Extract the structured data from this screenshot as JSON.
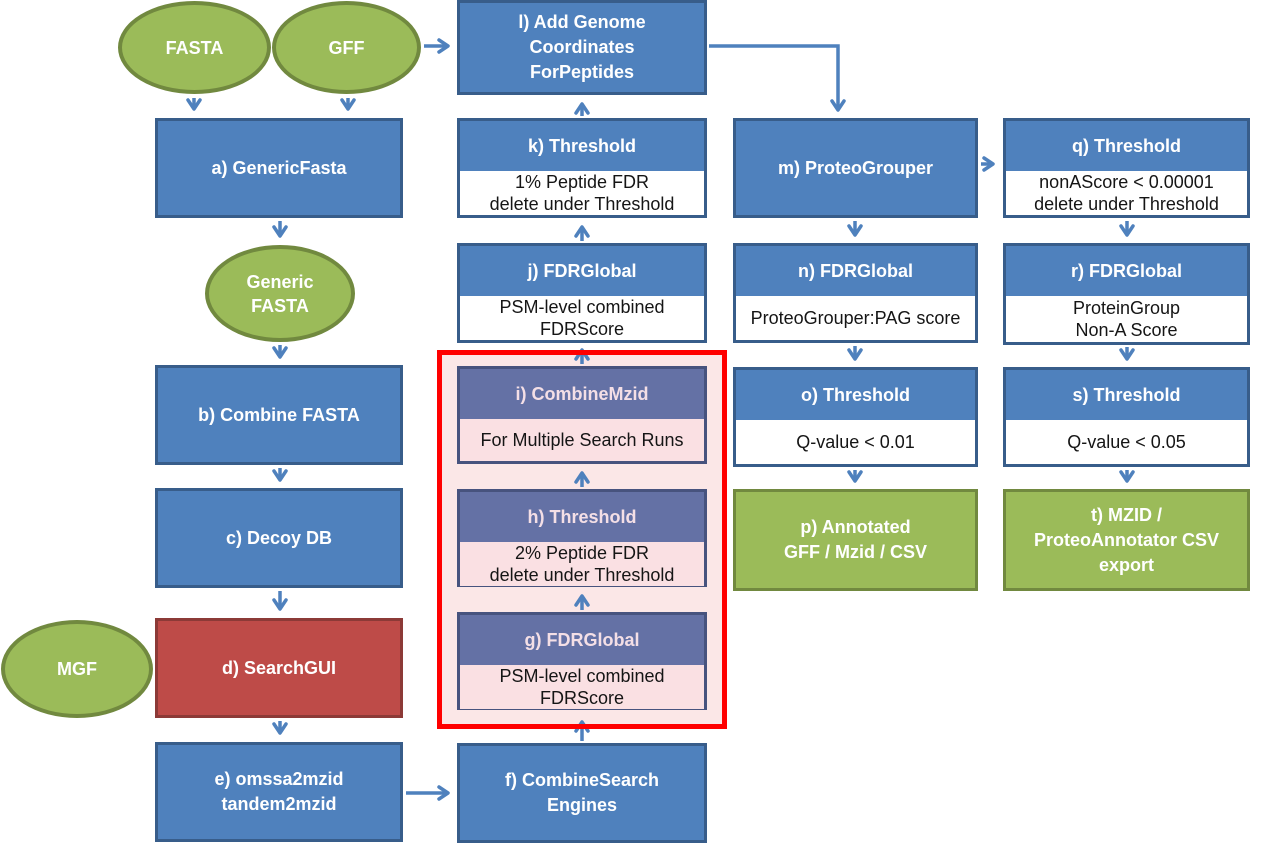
{
  "palette": {
    "process_fill": "#4f81bd",
    "process_border": "#385d8a",
    "io_fill": "#9bbb59",
    "io_border": "#71893f",
    "external_tool_fill": "#be4b48",
    "external_tool_border": "#8c3a37",
    "highlight_header_fill": "#6471a5",
    "highlight_body_fill": "#fae0e3",
    "highlight_region_fill": "#fbe7e7",
    "highlight_region_border": "#ff0000",
    "arrow": "#4f81bd"
  },
  "ellipses": {
    "fasta": {
      "lines": [
        "FASTA"
      ]
    },
    "gff": {
      "lines": [
        "GFF"
      ]
    },
    "generic_fasta": {
      "lines": [
        "Generic",
        "FASTA"
      ]
    },
    "mgf": {
      "lines": [
        "MGF"
      ]
    }
  },
  "nodes": {
    "a": {
      "title": [
        "a) GenericFasta"
      ]
    },
    "b": {
      "title": [
        "b) Combine FASTA"
      ]
    },
    "c": {
      "title": [
        "c) Decoy DB"
      ]
    },
    "d": {
      "title": [
        "d) SearchGUI"
      ]
    },
    "e": {
      "title": [
        "e) omssa2mzid",
        "tandem2mzid"
      ]
    },
    "f": {
      "title": [
        "f) CombineSearch",
        "Engines"
      ]
    },
    "g": {
      "title": [
        "g) FDRGlobal"
      ],
      "body": [
        "PSM-level combined",
        "FDRScore"
      ]
    },
    "h": {
      "title": [
        "h) Threshold"
      ],
      "body": [
        "2% Peptide FDR",
        "delete under Threshold"
      ]
    },
    "i": {
      "title": [
        "i) CombineMzid"
      ],
      "body": [
        "For Multiple Search Runs"
      ]
    },
    "j": {
      "title": [
        "j) FDRGlobal"
      ],
      "body": [
        "PSM-level combined",
        "FDRScore"
      ]
    },
    "k": {
      "title": [
        "k) Threshold"
      ],
      "body": [
        "1% Peptide FDR",
        "delete under Threshold"
      ]
    },
    "l": {
      "title": [
        "l) Add Genome",
        "Coordinates",
        "ForPeptides"
      ]
    },
    "m": {
      "title": [
        "m) ProteoGrouper"
      ]
    },
    "n": {
      "title": [
        "n) FDRGlobal"
      ],
      "body": [
        "ProteoGrouper:PAG score"
      ]
    },
    "o": {
      "title": [
        "o) Threshold"
      ],
      "body": [
        "Q-value < 0.01"
      ]
    },
    "p": {
      "title": [
        "p) Annotated",
        "GFF / Mzid / CSV"
      ]
    },
    "q": {
      "title": [
        "q) Threshold"
      ],
      "body": [
        "nonAScore < 0.00001",
        "delete under Threshold"
      ]
    },
    "r": {
      "title": [
        "r) FDRGlobal"
      ],
      "body": [
        "ProteinGroup",
        "Non-A Score"
      ]
    },
    "s": {
      "title": [
        "s) Threshold"
      ],
      "body": [
        "Q-value < 0.05"
      ]
    },
    "t": {
      "title": [
        "t) MZID /",
        "ProteoAnnotator CSV",
        "export"
      ]
    }
  }
}
